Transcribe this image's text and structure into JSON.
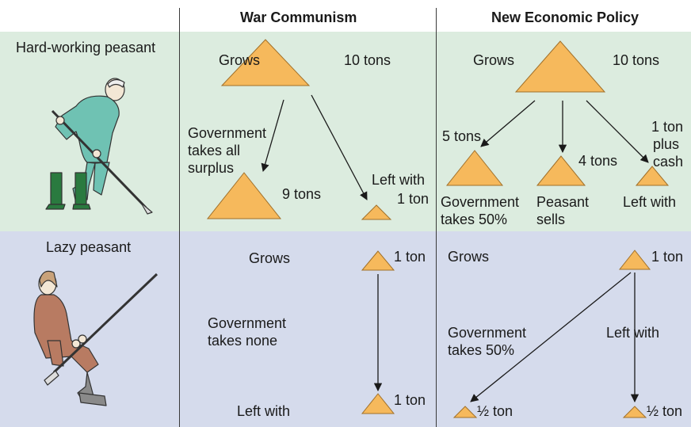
{
  "headers": {
    "war_communism": "War Communism",
    "nep": "New Economic Policy"
  },
  "rows": {
    "hard": {
      "label": "Hard-working peasant"
    },
    "lazy": {
      "label": "Lazy peasant"
    }
  },
  "wc_hard": {
    "grows_label": "Grows",
    "grows_amount": "10 tons",
    "gov_label_1": "Government",
    "gov_label_2": "takes all",
    "gov_label_3": "surplus",
    "gov_amount": "9 tons",
    "left_label": "Left with",
    "left_amount": "1 ton"
  },
  "nep_hard": {
    "grows_label": "Grows",
    "grows_amount": "10 tons",
    "gov_amount": "5 tons",
    "gov_label_1": "Government",
    "gov_label_2": "takes 50%",
    "sell_amount": "4 tons",
    "sell_label_1": "Peasant",
    "sell_label_2": "sells",
    "left_amount_1": "1 ton",
    "left_amount_2": "plus",
    "left_amount_3": "cash",
    "left_label": "Left with"
  },
  "wc_lazy": {
    "grows_label": "Grows",
    "grows_amount": "1 ton",
    "gov_label_1": "Government",
    "gov_label_2": "takes none",
    "left_label": "Left with",
    "left_amount": "1 ton"
  },
  "nep_lazy": {
    "grows_label": "Grows",
    "grows_amount": "1 ton",
    "gov_label_1": "Government",
    "gov_label_2": "takes 50%",
    "left_label": "Left with",
    "half_gov": "½ ton",
    "half_left": "½ ton"
  },
  "colors": {
    "top_band": "#dcecdf",
    "bottom_band": "#d5dbec",
    "pile_fill": "#f6b95c",
    "pile_stroke": "#a0702a",
    "hard_peasant_clothes": "#6fc2b3",
    "lazy_peasant_clothes": "#b87b62"
  }
}
